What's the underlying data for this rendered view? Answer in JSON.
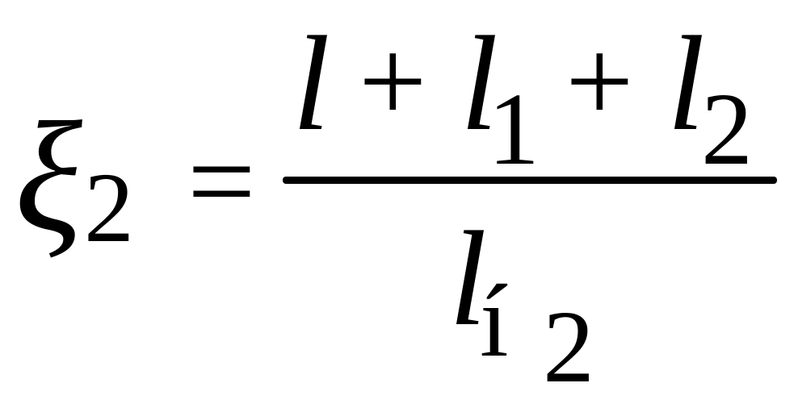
{
  "formula": {
    "lhs": {
      "symbol": "ξ",
      "subscript": "2"
    },
    "relation": "=",
    "numerator": {
      "term1": "l",
      "op1": "+",
      "term2": "l",
      "term2_subscript": "1",
      "op2": "+",
      "term3": "l",
      "term3_subscript": "2"
    },
    "denominator": {
      "term": "l",
      "subscript_a": "í",
      "subscript_b": "2"
    }
  }
}
